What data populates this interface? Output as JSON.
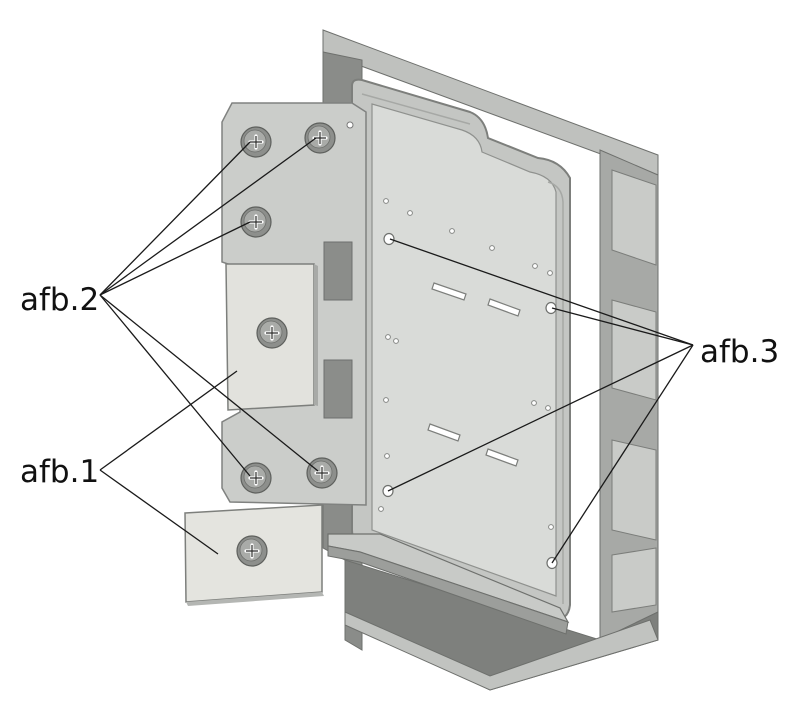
{
  "labels": {
    "afb1": "afb.1",
    "afb2": "afb.2",
    "afb3": "afb.3"
  },
  "colors": {
    "frame_light": "#b4b6b3",
    "frame_mid": "#9fa19e",
    "frame_dark": "#7b7d7a",
    "panel": "#d4d6d3",
    "panel_edge": "#8f918e",
    "bracket": "#cdcfcc",
    "plate": "#e4e4df",
    "screw": "#8d8f8c",
    "leader": "#1a1a1a"
  },
  "icons": [
    "screw-icon"
  ]
}
